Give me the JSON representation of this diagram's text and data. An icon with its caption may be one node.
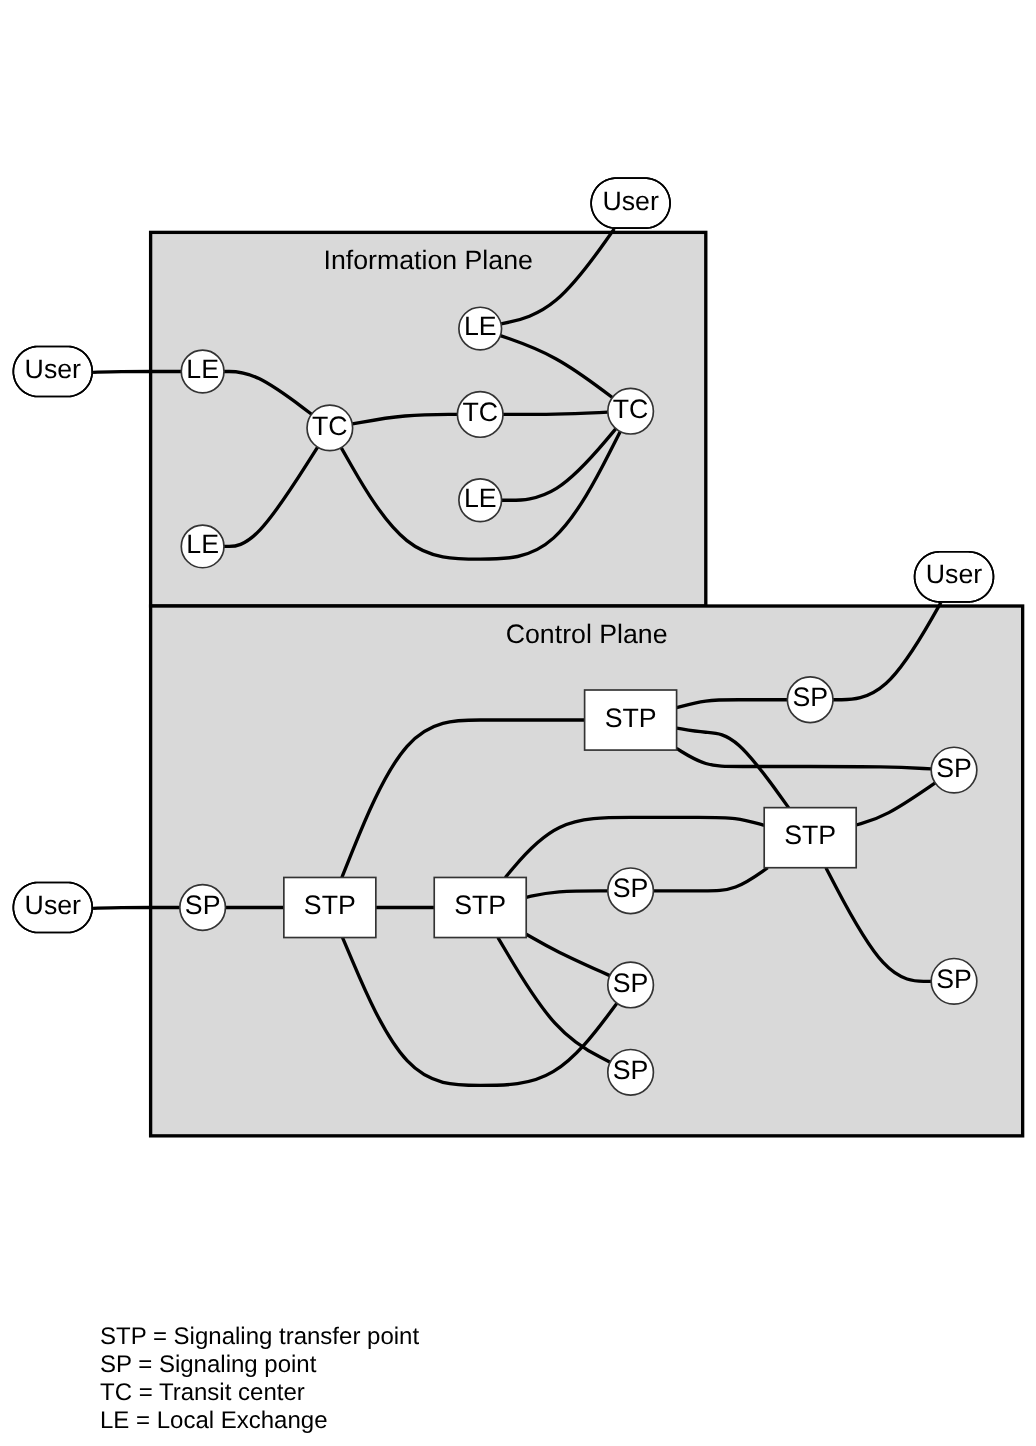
{
  "diagram": {
    "nodes": [
      {
        "text": [
          "Control Plane"
        ]
      },
      {
        "text": [
          "STP"
        ],
        "in": 0
      },
      {
        "text": [
          "STP"
        ],
        "in": 0
      },
      {
        "text": [
          "SP"
        ],
        "in": 0
      },
      {
        "text": [
          "User"
        ]
      },
      {
        "text": [
          "User"
        ]
      },
      {
        "text": [
          "SP"
        ],
        "in": 0
      },
      {
        "text": [
          "STP"
        ],
        "in": 0
      },
      {
        "text": [
          "STP"
        ],
        "in": 0
      },
      {
        "text": [
          "SP"
        ],
        "in": 0
      },
      {
        "text": [
          "SP"
        ],
        "in": 0
      },
      {
        "text": [
          "SP"
        ],
        "in": 0
      },
      {
        "text": [
          "SP"
        ],
        "in": 0
      },
      {
        "text": [
          "SP"
        ],
        "in": 0
      },
      {
        "text": [
          "Information Plane"
        ]
      },
      {
        "text": [
          "LE"
        ],
        "in": 14
      },
      {
        "text": [
          "User"
        ]
      },
      {
        "text": [
          "User"
        ]
      },
      {
        "text": [
          "LE"
        ],
        "in": 14
      },
      {
        "text": [
          "TC"
        ],
        "in": 14
      },
      {
        "text": [
          "LE"
        ],
        "in": 14
      },
      {
        "text": [
          "LE"
        ],
        "in": 14
      },
      {
        "text": [
          "TC"
        ],
        "in": 14
      },
      {
        "text": [
          "TC"
        ],
        "in": 14
      }
    ],
    "edges": [
      {
        "from": 5,
        "to": 6,
        "arrow": "none"
      },
      {
        "from": 6,
        "to": 1,
        "arrow": "none"
      },
      {
        "from": 1,
        "to": 2,
        "arrow": "none"
      },
      {
        "from": 2,
        "to": 3,
        "arrow": "none"
      },
      {
        "from": 3,
        "to": 4,
        "arrow": "none"
      },
      {
        "from": 1,
        "to": 7,
        "arrow": "none"
      },
      {
        "from": 2,
        "to": 8,
        "arrow": "none"
      },
      {
        "from": 7,
        "to": 8,
        "arrow": "none"
      },
      {
        "from": 7,
        "to": 9,
        "arrow": "none"
      },
      {
        "from": 9,
        "to": 8,
        "arrow": "none"
      },
      {
        "from": 1,
        "to": 11,
        "arrow": "none"
      },
      {
        "from": 7,
        "to": 11,
        "arrow": "none"
      },
      {
        "from": 7,
        "to": 12,
        "arrow": "none"
      },
      {
        "from": 2,
        "to": 10,
        "arrow": "none"
      },
      {
        "from": 8,
        "to": 10,
        "arrow": "none"
      },
      {
        "from": 8,
        "to": 13,
        "arrow": "none"
      },
      {
        "from": 17,
        "to": 18,
        "arrow": "none"
      },
      {
        "from": 15,
        "to": 16,
        "arrow": "none"
      },
      {
        "from": 18,
        "to": 22,
        "arrow": "none"
      },
      {
        "from": 21,
        "to": 22,
        "arrow": "none"
      },
      {
        "from": 22,
        "to": 19,
        "arrow": "none"
      },
      {
        "from": 19,
        "to": 23,
        "arrow": "none"
      },
      {
        "from": 22,
        "to": 23,
        "arrow": "none"
      },
      {
        "from": 15,
        "to": 23,
        "arrow": "none"
      },
      {
        "from": 20,
        "to": 23,
        "arrow": "none"
      }
    ],
    "labels": [
      "STP = Signaling transfer point",
      "SP = Signaling point",
      "TC = Transit center",
      "LE = Local Exchange"
    ]
  }
}
